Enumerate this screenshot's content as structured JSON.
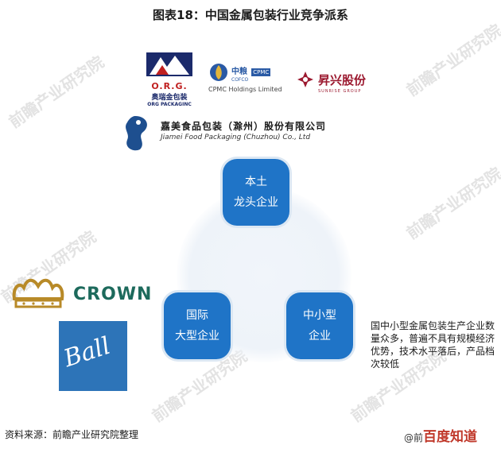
{
  "title": "图表18：中国金属包装行业竞争派系",
  "watermark": "前瞻产业研究院",
  "nodes": {
    "top": {
      "line1": "本土",
      "line2": "龙头企业"
    },
    "left": {
      "line1": "国际",
      "line2": "大型企业"
    },
    "right": {
      "line1": "中小型",
      "line2": "企业"
    }
  },
  "logos": {
    "org": {
      "mark": "O.R.G.",
      "cn": "奥瑞金包装",
      "en": "ORG PACKAGINC",
      "icon": "org-mountain-icon"
    },
    "cpmc": {
      "cn": "中粮",
      "sub": "COFCO",
      "box": "CPMC",
      "en": "CPMC Holdings Limited",
      "icon": "cpmc-drop-icon"
    },
    "sunrise": {
      "cn": "昇兴股份",
      "en": "SUNRISE GROUP",
      "icon": "sunrise-knot-icon"
    },
    "jiamei": {
      "cn": "嘉美食品包装（滁州）股份有限公司",
      "en": "Jiamei Food Packaging (Chuzhou) Co., Ltd",
      "icon": "jiamei-dragon-icon"
    },
    "crown": {
      "text": "CROWN",
      "icon": "crown-icon"
    },
    "ball": {
      "text": "Ball"
    }
  },
  "description": "国中小型金属包装生产企业数量众多，普遍不具有规模经济优势，技术水平落后，产品档次较低",
  "source": "资料来源：前瞻产业研究院整理",
  "corner": {
    "prefix": "@前",
    "brand": "百度知道"
  },
  "colors": {
    "node": "#1f74c7",
    "crown": "#1d6a5c",
    "ball": "#2d74b8",
    "org_red": "#c02020"
  }
}
